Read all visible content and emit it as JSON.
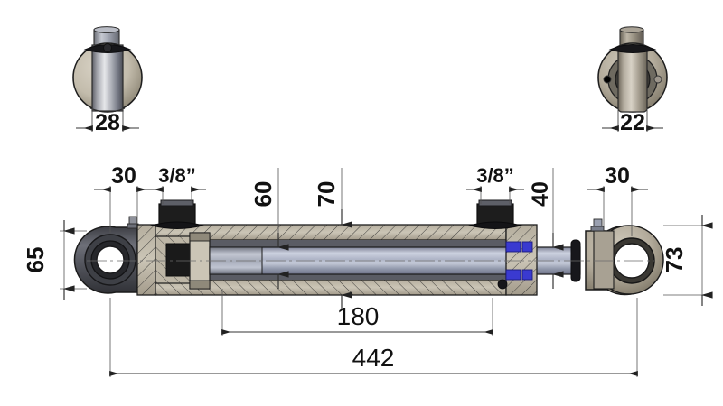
{
  "drawing": {
    "title": "Hydraulic cylinder cross-section technical drawing",
    "background": "#ffffff",
    "line_color": "#1a1a1a",
    "dim_line_color": "#333333"
  },
  "colors": {
    "steel_light": "#c9cbd6",
    "steel_mid": "#8f94a3",
    "steel_dark": "#4d4f57",
    "body_tan": "#c9c3b4",
    "body_tan_dark": "#a49c8b",
    "seal_blue": "#3a3ad0",
    "seal_black": "#141414",
    "eye_dark": "#55565c",
    "rod_chrome": "#b9bdcc"
  },
  "views": {
    "top_left": {
      "name": "left-end-view",
      "dimension": {
        "label": "28",
        "name": "dim-28"
      }
    },
    "top_right": {
      "name": "right-end-view",
      "dimension": {
        "label": "22",
        "name": "dim-22"
      }
    }
  },
  "dimensions": {
    "left_flange_width": {
      "label": "30",
      "name": "dim-30-left"
    },
    "port_left": {
      "label": "3/8”",
      "name": "dim-port-left"
    },
    "bore": {
      "label": "60",
      "name": "dim-60"
    },
    "barrel_outer": {
      "label": "70",
      "name": "dim-70"
    },
    "port_right": {
      "label": "3/8”",
      "name": "dim-port-right"
    },
    "rod_diameter": {
      "label": "40",
      "name": "dim-40"
    },
    "right_flange_width": {
      "label": "30",
      "name": "dim-30-right"
    },
    "left_eye_height": {
      "label": "65",
      "name": "dim-65"
    },
    "right_eye_height": {
      "label": "73",
      "name": "dim-73"
    },
    "stroke": {
      "label": "180",
      "name": "dim-180"
    },
    "overall_length": {
      "label": "442",
      "name": "dim-442"
    },
    "top_left_width": {
      "label": "28",
      "name": "dim-28"
    },
    "top_right_width": {
      "label": "22",
      "name": "dim-22"
    }
  }
}
